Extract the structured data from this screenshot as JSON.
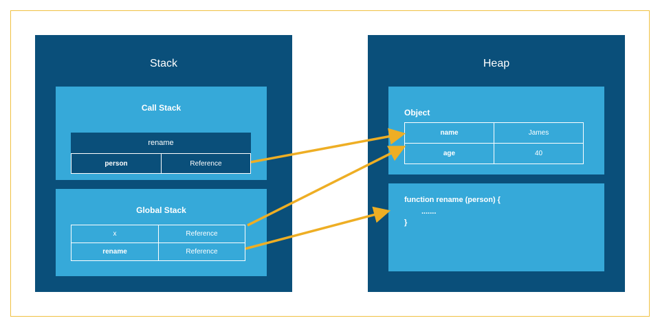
{
  "stack": {
    "title": "Stack",
    "call_stack": {
      "title": "Call Stack",
      "frame_name": "rename",
      "rows": [
        {
          "key": "person",
          "value": "Reference"
        }
      ]
    },
    "global_stack": {
      "title": "Global Stack",
      "rows": [
        {
          "key": "x",
          "value": "Reference"
        },
        {
          "key": "rename",
          "value": "Reference"
        }
      ]
    }
  },
  "heap": {
    "title": "Heap",
    "object": {
      "title": "Object",
      "rows": [
        {
          "key": "name",
          "value": "James"
        },
        {
          "key": "age",
          "value": "40"
        }
      ]
    },
    "function": {
      "line1": "function rename (person) {",
      "line2": ".......",
      "line3": "}"
    }
  },
  "colors": {
    "panel": "#0a4f7a",
    "box": "#36a9d9",
    "arrow": "#eeae24",
    "frame": "#f0c040"
  }
}
